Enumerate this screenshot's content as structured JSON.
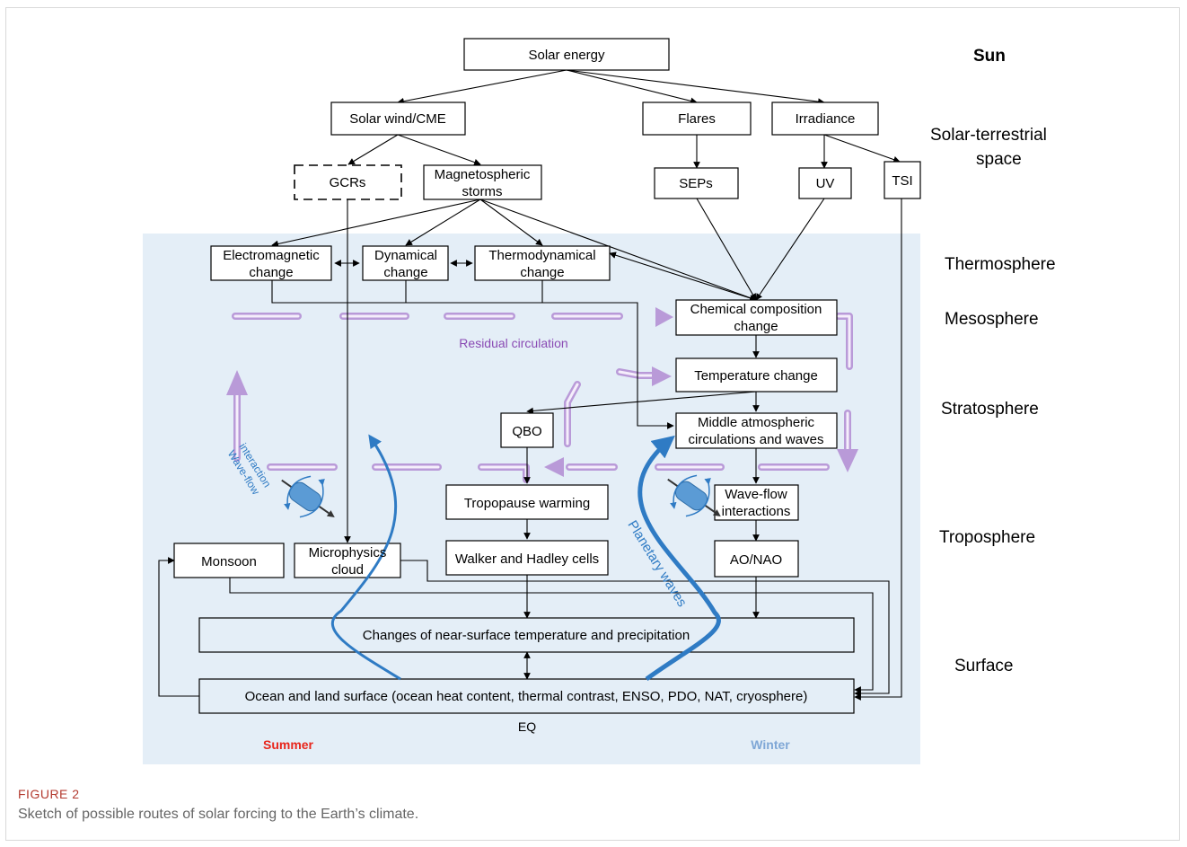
{
  "nodes": {
    "solar_energy": "Solar energy",
    "solar_wind": "Solar wind/CME",
    "flares": "Flares",
    "irradiance": "Irradiance",
    "gcrs": "GCRs",
    "magnetospheric_storms_1": "Magnetospheric",
    "magnetospheric_storms_2": "storms",
    "seps": "SEPs",
    "uv": "UV",
    "tsi": "TSI",
    "electromagnetic_1": "Electromagnetic",
    "electromagnetic_2": "change",
    "dynamical_1": "Dynamical",
    "dynamical_2": "change",
    "thermodynamical_1": "Thermodynamical",
    "thermodynamical_2": "change",
    "chemical_1": "Chemical composition",
    "chemical_2": "change",
    "temperature_change": "Temperature change",
    "qbo": "QBO",
    "middle_atm_1": "Middle atmospheric",
    "middle_atm_2": "circulations and waves",
    "tropopause": "Tropopause warming",
    "wave_flow_1": "Wave-flow",
    "wave_flow_2": "interactions",
    "monsoon": "Monsoon",
    "microphysics_1": "Microphysics",
    "microphysics_2": "cloud",
    "walker_hadley": "Walker and Hadley cells",
    "ao_nao": "AO/NAO",
    "near_surface": "Changes of near-surface temperature and precipitation",
    "ocean_land": "Ocean and land surface (ocean heat content, thermal contrast, ENSO, PDO, NAT, cryosphere)"
  },
  "layers": {
    "sun": "Sun",
    "solar_terrestrial_1": "Solar-terrestrial",
    "solar_terrestrial_2": "space",
    "thermosphere": "Thermosphere",
    "mesosphere": "Mesosphere",
    "stratosphere": "Stratosphere",
    "troposphere": "Troposphere",
    "surface": "Surface"
  },
  "annotations": {
    "residual_circulation": "Residual circulation",
    "wave_flow_interaction_1": "Wave-flow",
    "wave_flow_interaction_2": "interaction",
    "planetary_waves": "Planetary waves",
    "eq": "EQ",
    "summer": "Summer",
    "winter": "Winter"
  },
  "caption": {
    "title": "FIGURE 2",
    "text": "Sketch of possible routes of solar forcing to the Earth’s climate."
  },
  "colors": {
    "panel_background": "#e4eef7",
    "residual_circulation": "#b99ad8",
    "planetary_wave_arrows": "#2f7bc4",
    "summer": "#e8261c",
    "winter": "#7fa7d6",
    "caption_title": "#b33a2f"
  }
}
